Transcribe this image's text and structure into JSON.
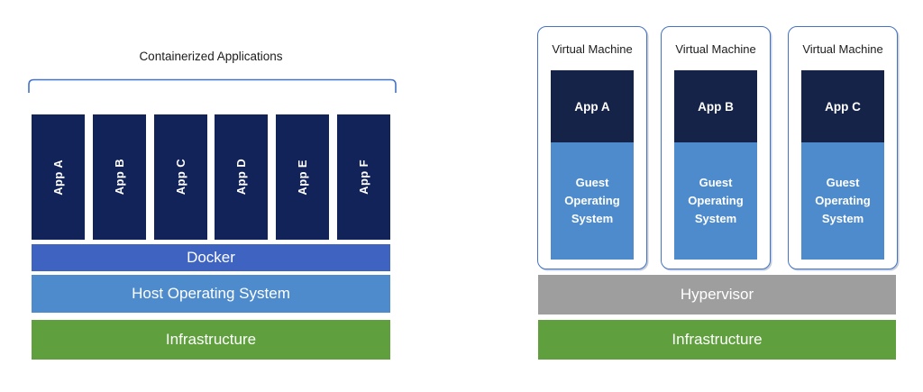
{
  "colors": {
    "navy_left": "#12235a",
    "navy_right": "#152348",
    "docker_blue": "#3f63c1",
    "os_blue": "#4e8bcc",
    "green": "#5f9f3e",
    "gray": "#9e9e9e",
    "border_blue": "#4472c4",
    "text_dark": "#1c1c1e",
    "text_light": "#ffffff"
  },
  "left": {
    "title": "Containerized Applications",
    "apps": [
      "App A",
      "App B",
      "App C",
      "App D",
      "App E",
      "App F"
    ],
    "layers": [
      {
        "label": "Docker",
        "color": "docker_blue"
      },
      {
        "label": "Host Operating System",
        "color": "os_blue"
      },
      {
        "label": "Infrastructure",
        "color": "green"
      }
    ]
  },
  "right": {
    "vms": [
      {
        "title": "Virtual Machine",
        "app": "App A",
        "guest_os": "Guest Operating System"
      },
      {
        "title": "Virtual Machine",
        "app": "App B",
        "guest_os": "Guest Operating System"
      },
      {
        "title": "Virtual Machine",
        "app": "App C",
        "guest_os": "Guest Operating System"
      }
    ],
    "layers": [
      {
        "label": "Hypervisor",
        "color": "gray"
      },
      {
        "label": "Infrastructure",
        "color": "green"
      }
    ]
  }
}
